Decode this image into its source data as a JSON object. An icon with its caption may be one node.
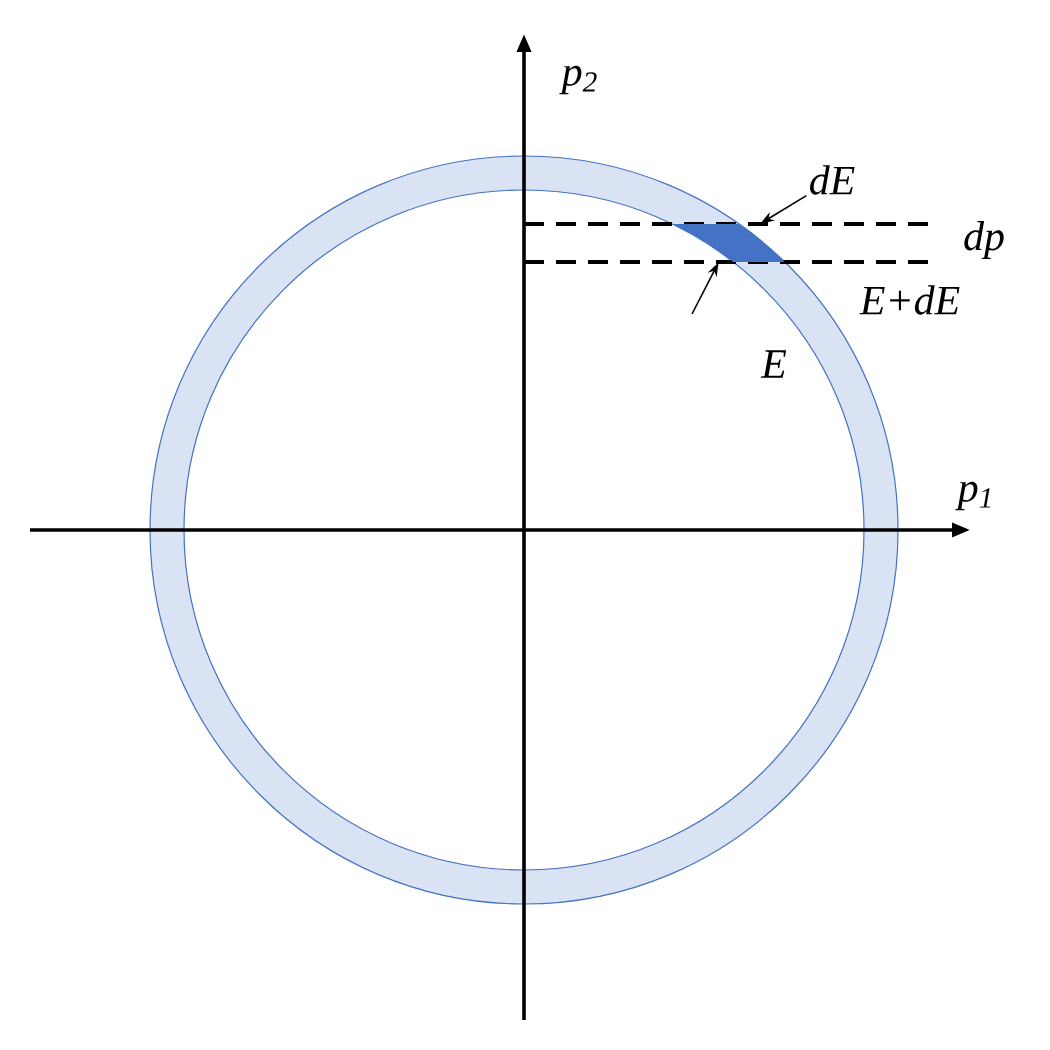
{
  "diagram": {
    "nodes": [
      {
        "text": [
          "dE"
        ]
      },
      {
        "text": [],
        "shape": "box"
      }
    ],
    "edges": [
      {
        "from": 0,
        "to": 1,
        "arrow": "to"
      },
      {
        "from": null,
        "to": 1,
        "arrow": "to"
      }
    ],
    "labels": [
      "p$_{2}$",
      "p$_{1}$",
      "dp",
      "E+dE",
      "E"
    ]
  }
}
